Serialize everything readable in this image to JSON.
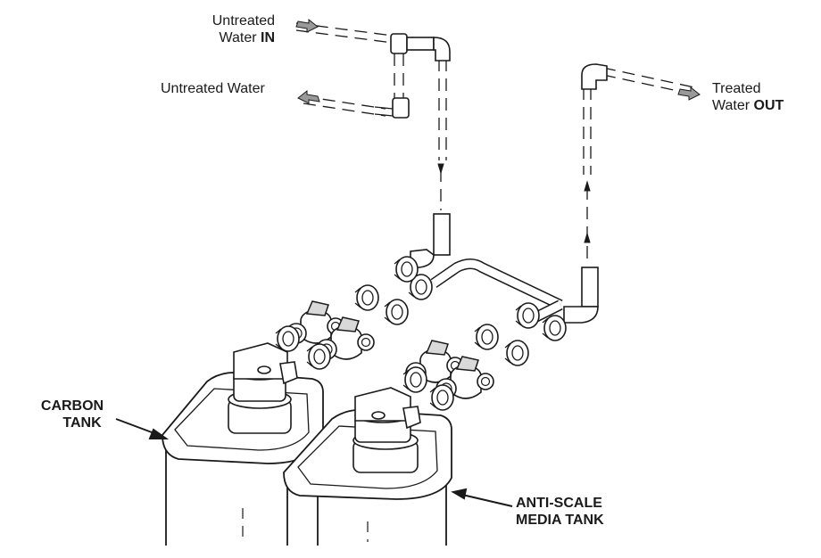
{
  "labels": {
    "inlet": {
      "line1": "Untreated",
      "line2_prefix": "Water",
      "line2_bold": "IN"
    },
    "bypass": {
      "text": "Untreated Water"
    },
    "outlet": {
      "line1": "Treated",
      "line2_prefix": "Water",
      "line2_bold": "OUT"
    },
    "carbon": {
      "line1": "CARBON",
      "line2": "TANK"
    },
    "antiscale": {
      "line1": "ANTI-SCALE",
      "line2": "MEDIA TANK"
    }
  },
  "colors": {
    "line": "#1a1a1a",
    "fill": "#ffffff",
    "valve_shade": "#d9d9d9",
    "arrow": "#9a9a9a"
  }
}
